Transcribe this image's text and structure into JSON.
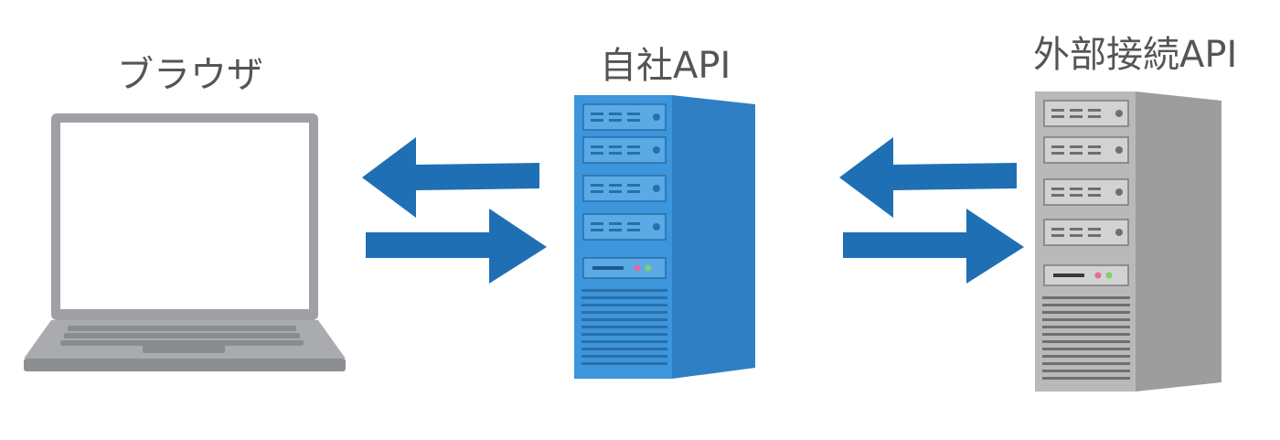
{
  "nodes": {
    "browser": {
      "label": "ブラウザ",
      "icon": "laptop-icon"
    },
    "own_api": {
      "label": "自社API",
      "icon": "server-icon",
      "color": "#3d8fd6"
    },
    "external_api": {
      "label": "外部接続API",
      "icon": "server-icon",
      "color": "#a8a8a8"
    }
  },
  "connections": [
    {
      "from": "browser",
      "to": "own_api",
      "direction": "bidirectional",
      "color": "#1f6fb5"
    },
    {
      "from": "own_api",
      "to": "external_api",
      "direction": "bidirectional",
      "color": "#1f6fb5"
    }
  ]
}
